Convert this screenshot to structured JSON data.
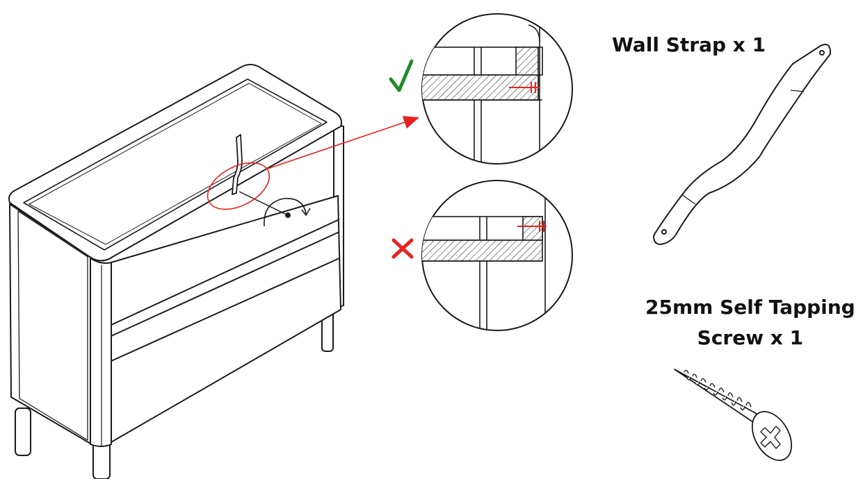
{
  "diagram": {
    "parts": {
      "wall_strap": {
        "label": "Wall Strap x 1"
      },
      "screw": {
        "label_line1": "25mm Self Tapping",
        "label_line2": "Screw x 1"
      }
    },
    "colors": {
      "line": "#1a1a1a",
      "callout": "#e8231f",
      "correct": "#1e8c2a",
      "incorrect": "#e8231f",
      "hatch": "#333333"
    },
    "icons": [
      "checkmark-icon",
      "cross-icon",
      "rotate-arrow-icon"
    ]
  }
}
